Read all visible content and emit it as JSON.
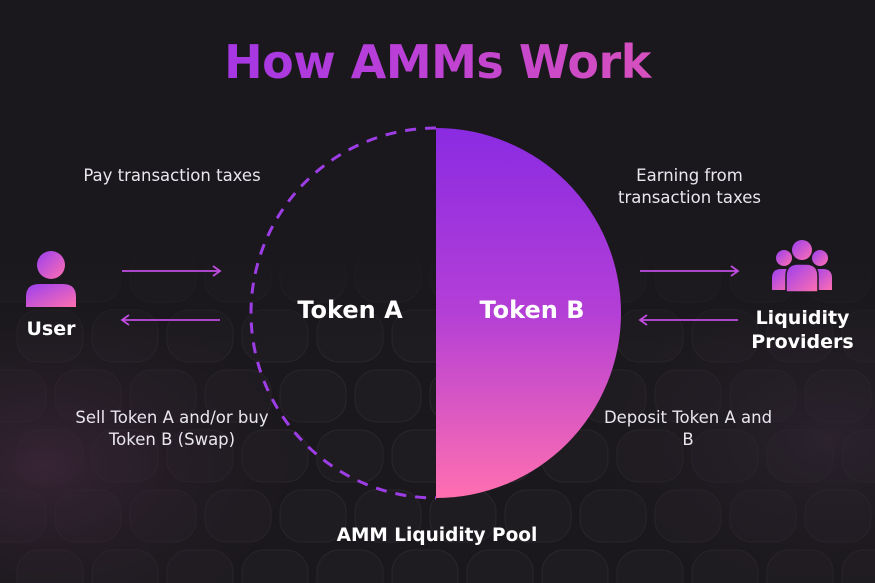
{
  "title": "How AMMs Work",
  "pool": {
    "caption": "AMM Liquidity Pool",
    "left_label": "Token A",
    "right_label": "Token B"
  },
  "user": {
    "name": "User",
    "icon": "user-icon",
    "top_text": "Pay transaction taxes",
    "bottom_text": "Sell Token A and/or buy Token B (Swap)"
  },
  "providers": {
    "name": "Liquidity Providers",
    "icon": "group-icon",
    "top_text": "Earning from transaction taxes",
    "bottom_text": "Deposit Token A and B"
  },
  "colors": {
    "background": "#1a181c",
    "purple": "#8a2be2",
    "pink": "#ff6fb0",
    "arrow": "#c04de0"
  }
}
